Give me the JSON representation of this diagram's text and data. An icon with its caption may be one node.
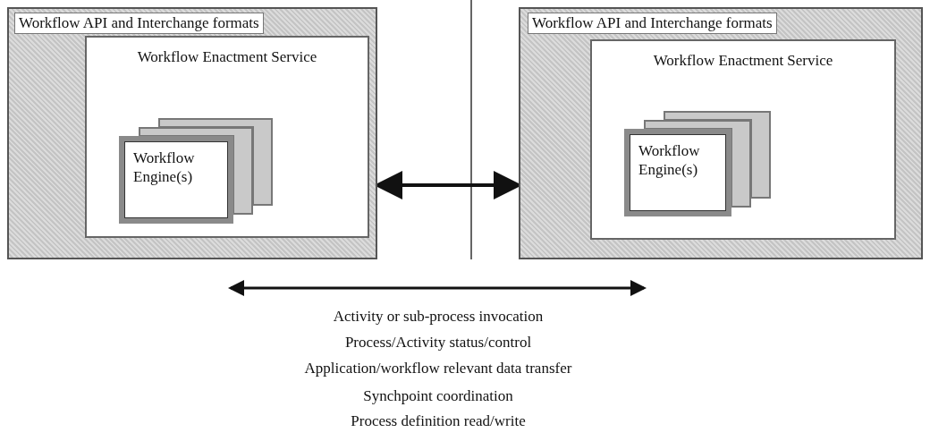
{
  "diagram": {
    "nodes": [
      {
        "text": [
          "Workflow API and Interchange formats"
        ]
      },
      {
        "text": [
          "Workflow Enactment Service"
        ],
        "in": 0
      },
      {
        "text": [
          "Workflow Engine(s)"
        ],
        "in": 1
      },
      {
        "text": [
          "Workflow API and Interchange formats"
        ]
      },
      {
        "text": [
          "Workflow Enactment Service"
        ],
        "in": 3
      },
      {
        "text": [
          "Workflow Engine(s)"
        ],
        "in": 4
      },
      {
        "text": [],
        "shape": "box",
        "in": 1
      },
      {
        "text": [],
        "shape": "box",
        "in": 1
      },
      {
        "text": [],
        "shape": "box",
        "in": 4
      },
      {
        "text": [],
        "shape": "box",
        "in": 4
      }
    ],
    "edges": [
      {
        "from": 0,
        "to": 3,
        "arrow": "both"
      }
    ],
    "labels": [
      "Activity or sub-process invocation",
      "Process/Activity status/control",
      "Application/workflow relevant data transfer",
      "Synchpoint coordination",
      "Process definition read/write"
    ]
  }
}
